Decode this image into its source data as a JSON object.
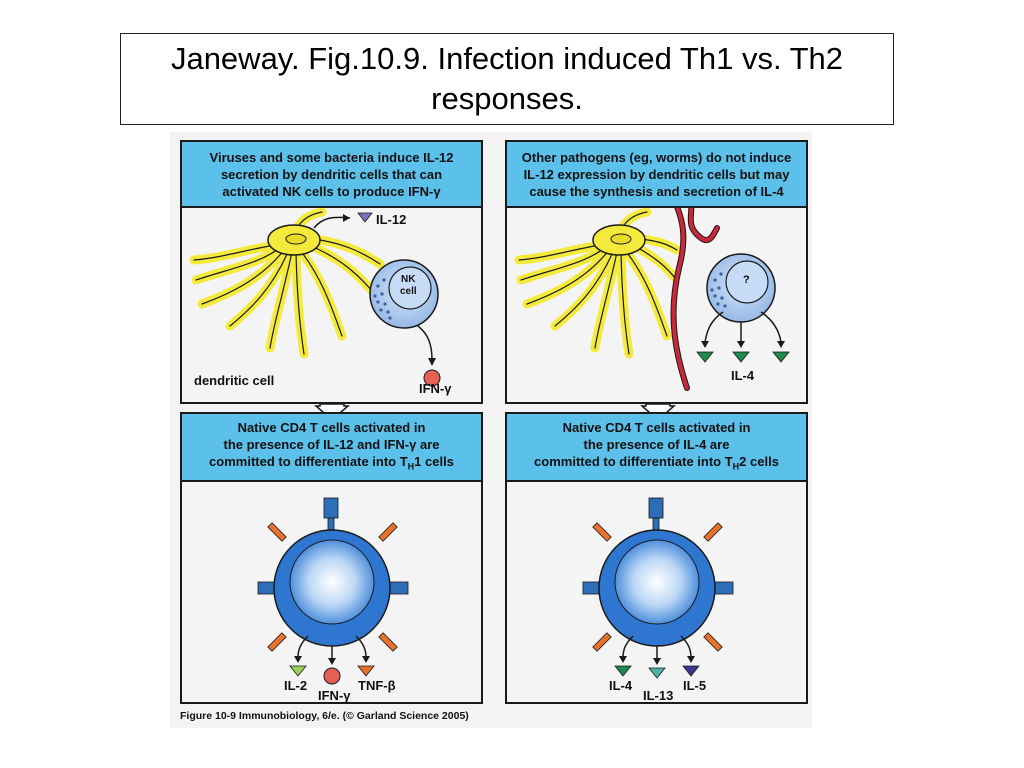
{
  "title": "Janeway. Fig.10.9. Infection induced Th1 vs. Th2 responses.",
  "figure": {
    "panel_tl": {
      "header": "Viruses and some bacteria induce IL-12\nsecretion by dendritic cells that can\nactivated NK cells to produce IFN-γ",
      "il12": "IL-12",
      "nk_line1": "NK",
      "nk_line2": "cell",
      "dendritic": "dendritic cell",
      "ifn": "IFN-γ"
    },
    "panel_tr": {
      "header": "Other pathogens (eg, worms) do not induce\nIL-12 expression by dendritic cells but may\ncause the synthesis and secretion of IL-4",
      "question": "?",
      "il4": "IL-4"
    },
    "panel_bl": {
      "header_l1": "Native CD4 T cells activated in",
      "header_l2": "the presence of IL-12 and IFN-γ are",
      "header_l3a": "committed to differentiate into T",
      "header_sub": "H",
      "header_l3b": "1 cells",
      "il2": "IL-2",
      "ifn": "IFN-γ",
      "tnf": "TNF-β"
    },
    "panel_br": {
      "header_l1": "Native CD4 T cells activated in",
      "header_l2": "the presence of IL-4 are",
      "header_l3a": "committed to differentiate into T",
      "header_sub": "H",
      "header_l3b": "2 cells",
      "il4": "IL-4",
      "il13": "IL-13",
      "il5": "IL-5"
    },
    "caption": "Figure 10-9  Immunobiology, 6/e. (© Garland Science 2005)"
  },
  "colors": {
    "header_blue": "#5cc1ea",
    "dendritic_yellow": "#f4ea3c",
    "nk_blue": "#a9c8ee",
    "tcell_blue": "#2f76d0",
    "worm_red": "#c8283a",
    "il4_green": "#1f8a4c",
    "il12_purple": "#7b73b8",
    "il5_purple": "#3b3590",
    "il13_teal": "#4fb3a4",
    "il2_lightgreen": "#9ccf5c",
    "ifn_red": "#e66055",
    "tnf_orange": "#e8712c",
    "receptor_orange": "#e8712c",
    "receptor_blue": "#2c6fb8"
  }
}
